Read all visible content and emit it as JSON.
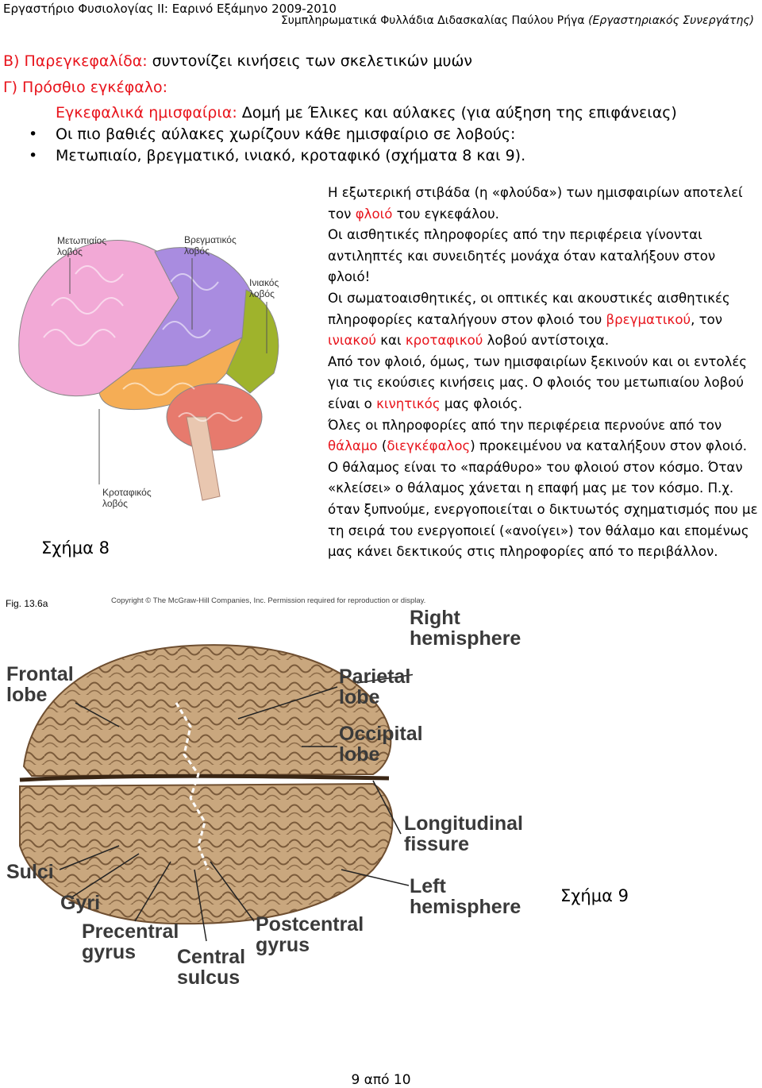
{
  "header": {
    "left": "Εργαστήριο Φυσιολογίας ΙΙ: Εαρινό Εξάμηνο 2009-2010",
    "right_main": "Συμπληρωματικά Φυλλάδια Διδασκαλίας Παύλου Ρήγα",
    "right_italic": "(Εργαστηριακός Συνεργάτης)"
  },
  "intro": {
    "b_red": "Β) Παρεγκεφαλίδα:",
    "b_text": " συντονίζει κινήσεις των σκελετικών μυών",
    "g_red": "Γ) Πρόσθιο εγκέφαλο:",
    "hemi_red": "Εγκεφαλικά ημισφαίρια:",
    "hemi_text": "  Δομή με Έλικες και αύλακες (για αύξηση της επιφάνειας)",
    "bullet1": "Οι πιο βαθιές αύλακες χωρίζουν κάθε ημισφαίριο σε λοβούς:",
    "bullet2": "Μετωπιαίο, βρεγματικό, ινιακό, κροταφικό (σχήματα 8 και 9)."
  },
  "body": {
    "p1a": "Η εξωτερική στιβάδα (η «φλούδα») των ημισφαιρίων αποτελεί τον ",
    "p1r": "φλοιό",
    "p1b": " του εγκεφάλου.",
    "p2": "Οι αισθητικές πληροφορίες από την περιφέρεια γίνονται αντιληπτές και συνειδητές μονάχα όταν καταλήξουν στον φλοιό!",
    "p3a": "Οι σωματοαισθητικές, οι οπτικές και ακουστικές αισθητικές πληροφορίες καταλήγουν στον φλοιό του ",
    "p3r1": "βρεγματικού",
    "p3b": ", τον ",
    "p3r2": "ινιακού",
    "p3c": " και ",
    "p3r3": "κροταφικού",
    "p3d": " λοβού αντίστοιχα.",
    "p4a": "Από τον φλοιό, όμως, των ημισφαιρίων ξεκινούν και οι εντολές για τις εκούσιες κινήσεις μας. Ο φλοιός του μετωπιαίου λοβού είναι ο ",
    "p4r": "κινητικός",
    "p4b": " μας φλοιός.",
    "p5a": "Όλες οι πληροφορίες από την περιφέρεια περνούνε από τον ",
    "p5r1": "θάλαμο",
    "p5b": " (",
    "p5r2": "διεγκέφαλος",
    "p5c": ") προκειμένου να καταλήξουν στον φλοιό. Ο θάλαμος είναι το «παράθυρο» του φλοιού στον κόσμο. Όταν «κλείσει» ο θάλαμος χάνεται η επαφή μας με τον κόσμο.  Π.χ. όταν ξυπνούμε, ενεργοποιείται ο δικτυωτός σχηματισμός που με τη σειρά του ενεργοποιεί («ανοίγει») τον θάλαμο και επομένως μας κάνει δεκτικούς στις πληροφορίες από το περιβάλλον."
  },
  "fig8": {
    "caption": "Σχήμα 8",
    "frontal": [
      "Μετωπιαίος",
      "λοβός"
    ],
    "parietal": [
      "Βρεγματικός",
      "λοβός"
    ],
    "occipital": [
      "Ινιακός",
      "λοβός"
    ],
    "temporal": [
      "Κροταφικός",
      "λοβός"
    ],
    "colors": {
      "frontal": "#f2a9d6",
      "parietal": "#a98ce0",
      "occipital": "#9fb32c",
      "temporal": "#f5ad55",
      "cerebellum": "#e77a6d"
    }
  },
  "fig9": {
    "fig_label": "Fig. 13.6a",
    "copyright": "Copyright © The McGraw-Hill Companies, Inc. Permission required for reproduction or display.",
    "caption": "Σχήμα 9",
    "right_hemi": [
      "Right",
      "hemisphere"
    ],
    "frontal": [
      "Frontal",
      "lobe"
    ],
    "parietal": [
      "Parietal",
      "lobe"
    ],
    "occipital": [
      "Occipital",
      "lobe"
    ],
    "longitudinal": [
      "Longitudinal",
      "fissure"
    ],
    "sulci": "Sulci",
    "gyri": "Gyri",
    "left_hemi": [
      "Left",
      "hemisphere"
    ],
    "precentral": [
      "Precentral",
      "gyrus"
    ],
    "postcentral": [
      "Postcentral",
      "gyrus"
    ],
    "central": [
      "Central",
      "sulcus"
    ]
  },
  "footer": {
    "page": "9 από 10"
  }
}
